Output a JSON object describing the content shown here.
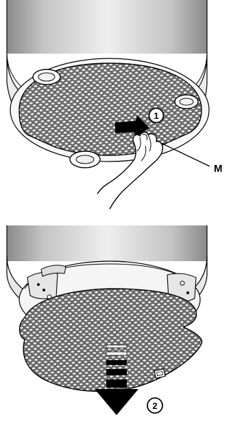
{
  "figure": {
    "step_1": "1",
    "step_2": "2",
    "label_m": "M"
  },
  "colors": {
    "line": "#000000",
    "fill_light": "#ffffff",
    "fill_gray": "#cfcfcf",
    "fill_dark": "#6b6b6b",
    "hole_fill": "#eeeeee"
  },
  "icons": {
    "hand": "hand-illustration",
    "arrow_push": "push-arrow-icon",
    "arrow_down": "down-arrow-icon"
  }
}
